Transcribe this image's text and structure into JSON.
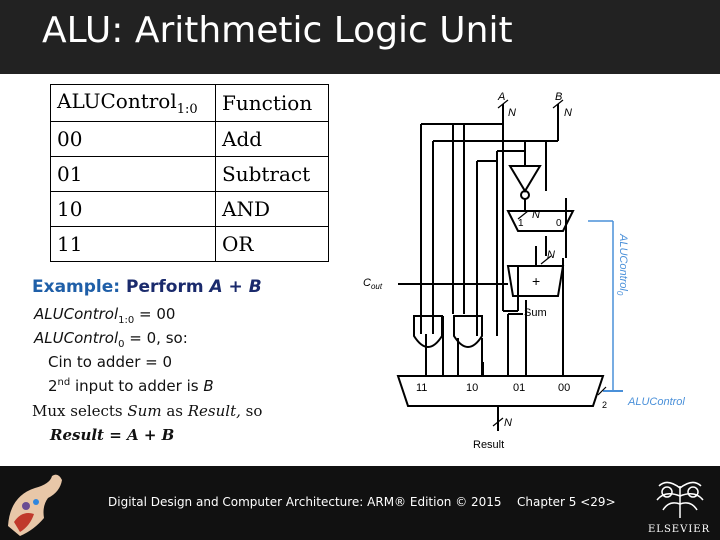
{
  "title": "ALU: Arithmetic Logic Unit",
  "table": {
    "header": {
      "col1": "ALUControl",
      "col1_sub": "1:0",
      "col2": "Function"
    },
    "rows": [
      {
        "code": "00",
        "func": "Add"
      },
      {
        "code": "01",
        "func": "Subtract"
      },
      {
        "code": "10",
        "func": "AND"
      },
      {
        "code": "11",
        "func": "OR"
      }
    ]
  },
  "example": {
    "label": "Example:",
    "text": "Perform",
    "expr": "A + B",
    "l1_a": "ALUControl",
    "l1_sub": "1:0",
    "l1_b": " = 00",
    "l2_a": "ALUControl",
    "l2_sub": "0",
    "l2_b": " = 0, so:",
    "l3": "Cin to adder = 0",
    "l4_a": "2",
    "l4_sup": "nd",
    "l4_b": " input to adder is ",
    "l4_c": "B",
    "l5_a": "Mux selects ",
    "l5_b": "Sum",
    "l5_c": " as ",
    "l5_d": "Result,",
    "l5_e": " so",
    "l6": "Result = A + B"
  },
  "diagram": {
    "A": "A",
    "B": "B",
    "N": "N",
    "mux2_1": "1",
    "mux2_0": "0",
    "cout": "C",
    "cout_sub": "out",
    "plus": "+",
    "sum": "Sum",
    "m11": "11",
    "m10": "10",
    "m01": "01",
    "m00": "00",
    "two": "2",
    "alucontrol": "ALUControl",
    "alucontrol0": "ALUControl",
    "alucontrol0_sub": "0",
    "result": "Result"
  },
  "footer": {
    "book": "Digital Design and Computer Architecture: ARM® Edition © 2015",
    "chapter": "Chapter 5 <29>",
    "publisher": "ELSEVIER"
  },
  "colors": {
    "accent_blue": "#4a90d9",
    "title_bar": "#222222",
    "footer_bar": "#111111",
    "example_label": "#1f5fa8"
  }
}
